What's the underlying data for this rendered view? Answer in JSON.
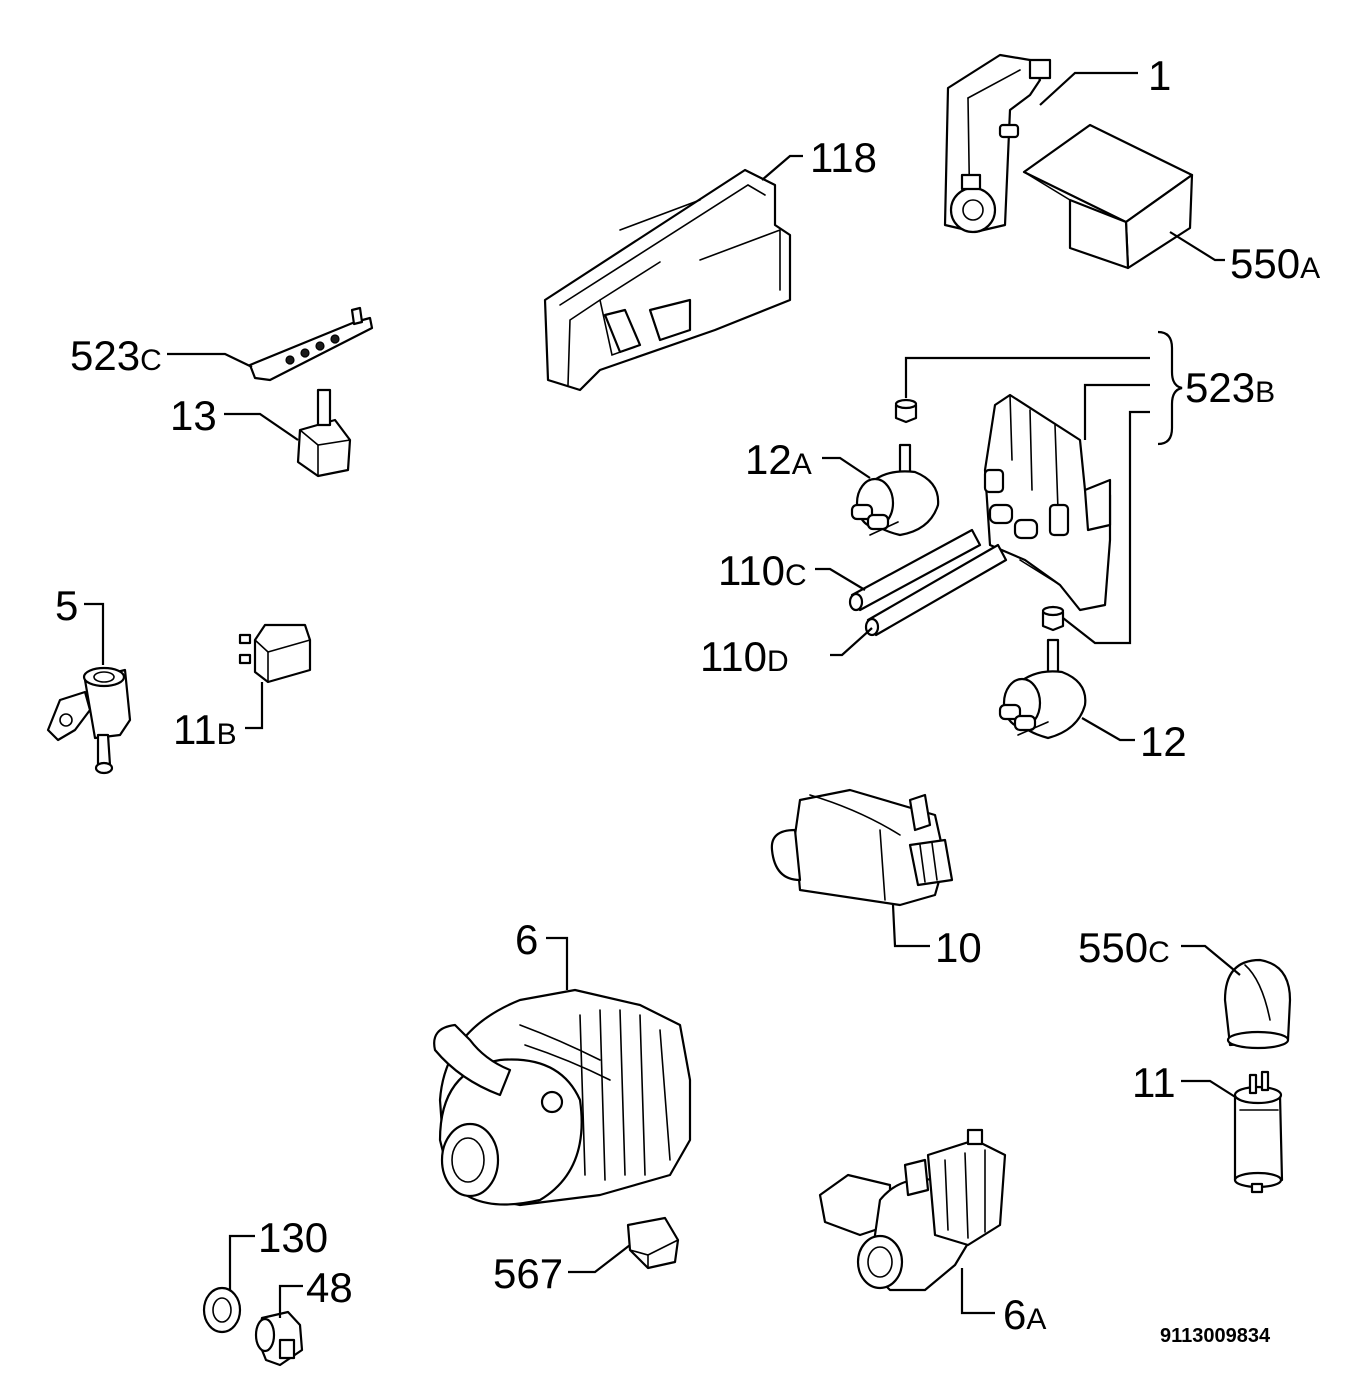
{
  "labels": {
    "p1": {
      "num": "1",
      "suffix": ""
    },
    "p118": {
      "num": "118",
      "suffix": ""
    },
    "p550a": {
      "num": "550",
      "suffix": "A"
    },
    "p523c": {
      "num": "523",
      "suffix": "C"
    },
    "p523b": {
      "num": "523",
      "suffix": "B"
    },
    "p13": {
      "num": "13",
      "suffix": ""
    },
    "p12a": {
      "num": "12",
      "suffix": "A"
    },
    "p110c": {
      "num": "110",
      "suffix": "C"
    },
    "p110d": {
      "num": "110",
      "suffix": "D"
    },
    "p5": {
      "num": "5",
      "suffix": ""
    },
    "p11b": {
      "num": "11",
      "suffix": "B"
    },
    "p12": {
      "num": "12",
      "suffix": ""
    },
    "p10": {
      "num": "10",
      "suffix": ""
    },
    "p6": {
      "num": "6",
      "suffix": ""
    },
    "p550c": {
      "num": "550",
      "suffix": "C"
    },
    "p11": {
      "num": "11",
      "suffix": ""
    },
    "p130": {
      "num": "130",
      "suffix": ""
    },
    "p48": {
      "num": "48",
      "suffix": ""
    },
    "p567": {
      "num": "567",
      "suffix": ""
    },
    "p6a": {
      "num": "6",
      "suffix": "A"
    }
  },
  "document_number": "9113009834",
  "colors": {
    "line": "#000000",
    "background": "#ffffff"
  }
}
